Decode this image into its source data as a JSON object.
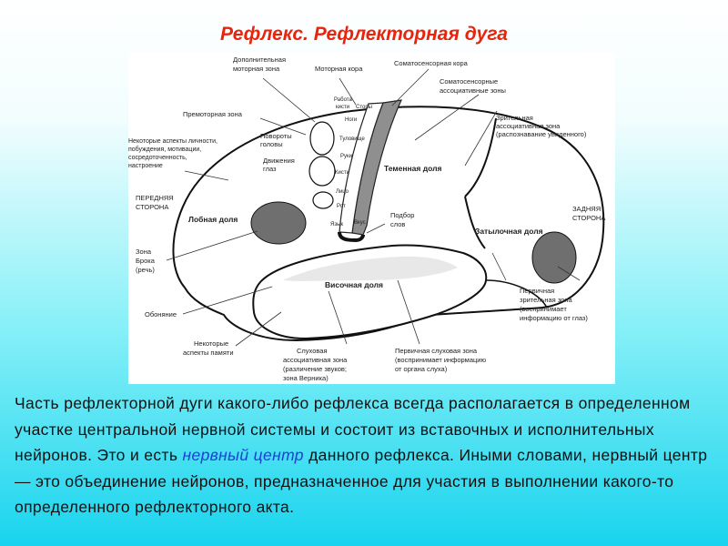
{
  "title": "Рефлекс. Рефлекторная дуга",
  "figure": {
    "lobes": {
      "frontal": "Лобная доля",
      "parietal": "Теменная доля",
      "occipital": "Затылочная доля",
      "temporal": "Височная доля"
    },
    "labels": {
      "supplementary_motor_1": "Дополнительная",
      "supplementary_motor_2": "моторная зона",
      "motor_cortex": "Моторная кора",
      "somatosensory_cortex": "Соматосенсорная кора",
      "somatosensory_assoc_1": "Соматосенсорные",
      "somatosensory_assoc_2": "ассоциативные зоны",
      "premotor": "Премоторная зона",
      "visual_assoc_1": "Зрительная",
      "visual_assoc_2": "ассоциативная зона",
      "visual_assoc_3": "(распознавание увиденного)",
      "personality_1": "Некоторые аспекты личности,",
      "personality_2": "побуждения, мотивации,",
      "personality_3": "сосредоточенность,",
      "personality_4": "настроение",
      "anterior_1": "ПЕРЕДНЯЯ",
      "anterior_2": "СТОРОНА",
      "posterior_1": "ЗАДНЯЯ",
      "posterior_2": "СТОРОНА",
      "broca_1": "Зона",
      "broca_2": "Брока",
      "broca_3": "(речь)",
      "smell": "Обоняние",
      "memory_1": "Некоторые",
      "memory_2": "аспекты памяти",
      "aud_assoc_1": "Слуховая",
      "aud_assoc_2": "ассоциативная зона",
      "aud_assoc_3": "(различение звуков;",
      "aud_assoc_4": "зона Верника)",
      "prim_aud_1": "Первичная слуховая зона",
      "prim_aud_2": "(воспринимает информацию",
      "prim_aud_3": "от органа слуха)",
      "prim_vis_1": "Первичная",
      "prim_vis_2": "зрительная зона",
      "prim_vis_3": "(воспринимает",
      "prim_vis_4": "информацию от глаз)",
      "word_choice_1": "Подбор",
      "word_choice_2": "слов",
      "head_turn_1": "Повороты",
      "head_turn_2": "головы",
      "eye_move_1": "Движения",
      "eye_move_2": "глаз"
    },
    "body_map": {
      "work_1": "Работа",
      "work_2": "кисти",
      "feet": "Стопы",
      "legs": "Ноги",
      "trunk": "Туловище",
      "arms": "Руки",
      "hands": "Кисти",
      "face": "Лицо",
      "mouth": "Рот",
      "tongue": "Язык",
      "taste": "Вкус"
    }
  },
  "paragraph": {
    "before": "Часть рефлекторной дуги какого-либо рефлекса всегда располагается в определенном участке центральной нервной системы и состоит из вставочных и исполнительных нейронов. Это и есть ",
    "highlight": "нервный центр",
    "after": " данного рефлекса. Иными словами, нервный центр — это объединение нейронов, предназначенное для участия в выполнении какого-то определенного рефлекторного акта."
  }
}
